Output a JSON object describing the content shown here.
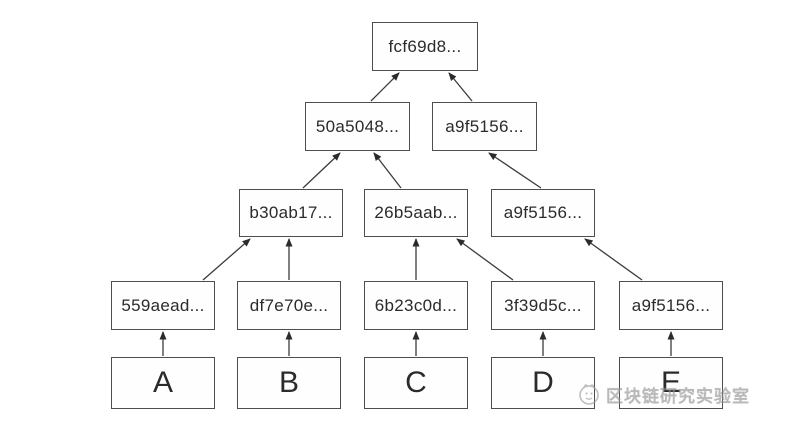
{
  "tree": {
    "kind": "merkle-tree-diagram",
    "root": {
      "label": "fcf69d8..."
    },
    "level2": [
      {
        "label": "50a5048..."
      },
      {
        "label": "a9f5156..."
      }
    ],
    "level3": [
      {
        "label": "b30ab17..."
      },
      {
        "label": "26b5aab..."
      },
      {
        "label": "a9f5156..."
      }
    ],
    "level4": [
      {
        "label": "559aead..."
      },
      {
        "label": "df7e70e..."
      },
      {
        "label": "6b23c0d..."
      },
      {
        "label": "3f39d5c..."
      },
      {
        "label": "a9f5156..."
      }
    ],
    "leaves": [
      {
        "label": "A"
      },
      {
        "label": "B"
      },
      {
        "label": "C"
      },
      {
        "label": "D"
      },
      {
        "label": "E"
      }
    ],
    "edges": [
      {
        "from": "A",
        "to": "559aead..."
      },
      {
        "from": "B",
        "to": "df7e70e..."
      },
      {
        "from": "C",
        "to": "6b23c0d..."
      },
      {
        "from": "D",
        "to": "3f39d5c..."
      },
      {
        "from": "E",
        "to": "a9f5156... (level4)"
      },
      {
        "from": "559aead...",
        "to": "b30ab17..."
      },
      {
        "from": "df7e70e...",
        "to": "b30ab17..."
      },
      {
        "from": "6b23c0d...",
        "to": "26b5aab..."
      },
      {
        "from": "3f39d5c...",
        "to": "26b5aab..."
      },
      {
        "from": "a9f5156... (level4)",
        "to": "a9f5156... (level3)"
      },
      {
        "from": "b30ab17...",
        "to": "50a5048..."
      },
      {
        "from": "26b5aab...",
        "to": "50a5048..."
      },
      {
        "from": "a9f5156... (level3)",
        "to": "a9f5156... (level2)"
      },
      {
        "from": "50a5048...",
        "to": "fcf69d8..."
      },
      {
        "from": "a9f5156... (level2)",
        "to": "fcf69d8..."
      }
    ]
  },
  "watermark": {
    "text": "区块链研究实验室",
    "logo": "mascot-logo-icon",
    "color": "#8f8f8f"
  },
  "colors": {
    "background": "#ffffff",
    "box_border": "#4d4d4d",
    "text": "#2b2b2b",
    "arrow": "#3c3c3c"
  }
}
